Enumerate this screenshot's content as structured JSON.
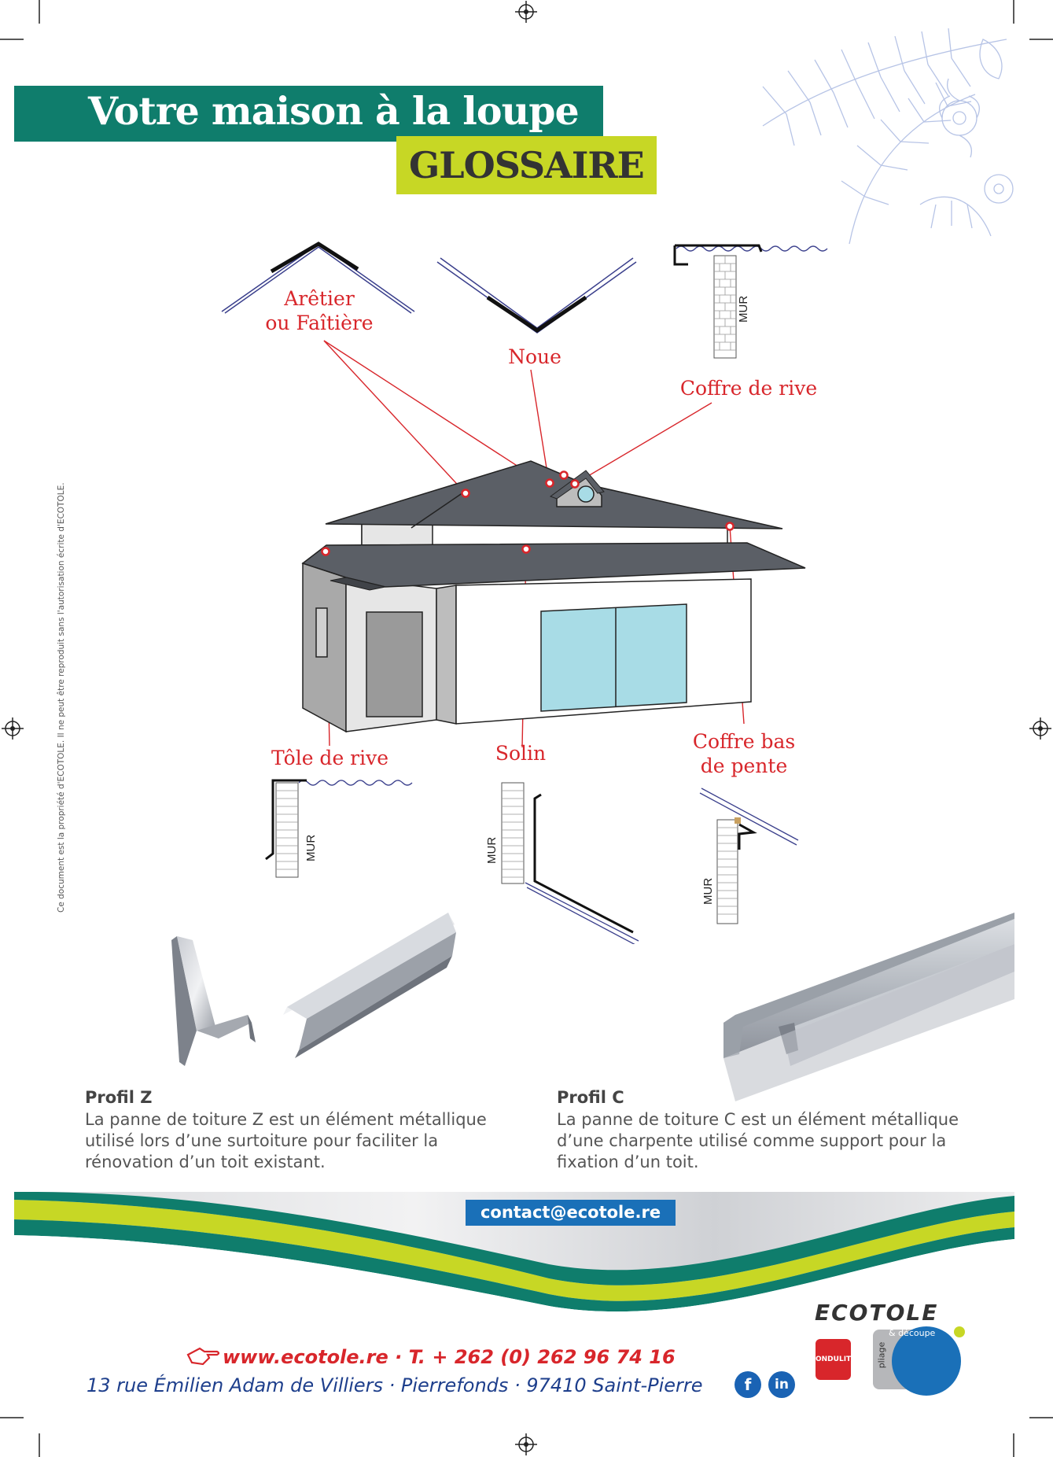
{
  "header": {
    "title": "Votre maison à la loupe",
    "subtitle": "GLOSSAIRE"
  },
  "labels": {
    "aretier": "Arêtier",
    "aretier2": "ou Faîtière",
    "noue": "Noue",
    "coffre_rive": "Coffre de rive",
    "tole_rive": "Tôle de rive",
    "solin": "Solin",
    "coffre_bas": "Coffre bas",
    "coffre_bas2": "de pente",
    "mur": "MUR"
  },
  "side_note": "Ce document est la propriété d'ECOTOLE. Il ne peut être reproduit sans l'autorisation écrite d'ECOTOLE.",
  "profiles": {
    "z_title": "Profil Z",
    "z_desc": "La panne de toiture Z est un élément métallique utilisé lors d’une surtoiture pour faciliter la rénovation d’un toit existant.",
    "c_title": "Profil C",
    "c_desc": "La panne de toiture C est un élément métallique d’une charpente utilisé comme support pour la fixation d’un toit."
  },
  "footer": {
    "email": "contact@ecotole.re",
    "web_phone": "www.ecotole.re · T. + 262 (0) 262 96 74 16",
    "address": "13 rue Émilien Adam de Villiers · Pierrefonds · 97410 Saint-Pierre",
    "brand": "ECOTOLE",
    "brand_sub": "& découpe",
    "brand_side": "pliage",
    "partner": "ONDULIT",
    "facebook": "f",
    "linkedin": "in"
  },
  "colors": {
    "teal": "#0f7d6c",
    "lime": "#c7d725",
    "red": "#d8262b",
    "blue": "#1a70b8",
    "navy": "#1e3f8c"
  },
  "icons": [
    "registration-mark-icon",
    "hand-pointer-icon",
    "facebook-icon",
    "linkedin-icon"
  ]
}
